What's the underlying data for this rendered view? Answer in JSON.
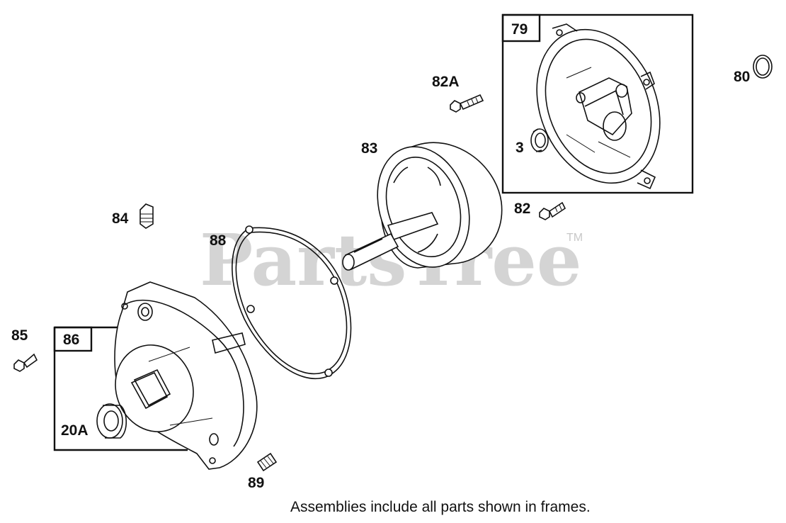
{
  "watermark": {
    "text": "PartsTree",
    "trademark": "TM"
  },
  "frames": [
    {
      "id": "frame-79",
      "label": "79"
    },
    {
      "id": "frame-86",
      "label": "86"
    }
  ],
  "parts": {
    "p80": "80",
    "p82A": "82A",
    "p83": "83",
    "p3": "3",
    "p82": "82",
    "p84": "84",
    "p88": "88",
    "p85": "85",
    "p20A": "20A",
    "p89": "89"
  },
  "footer": {
    "note": "Assemblies include all parts shown in frames."
  }
}
